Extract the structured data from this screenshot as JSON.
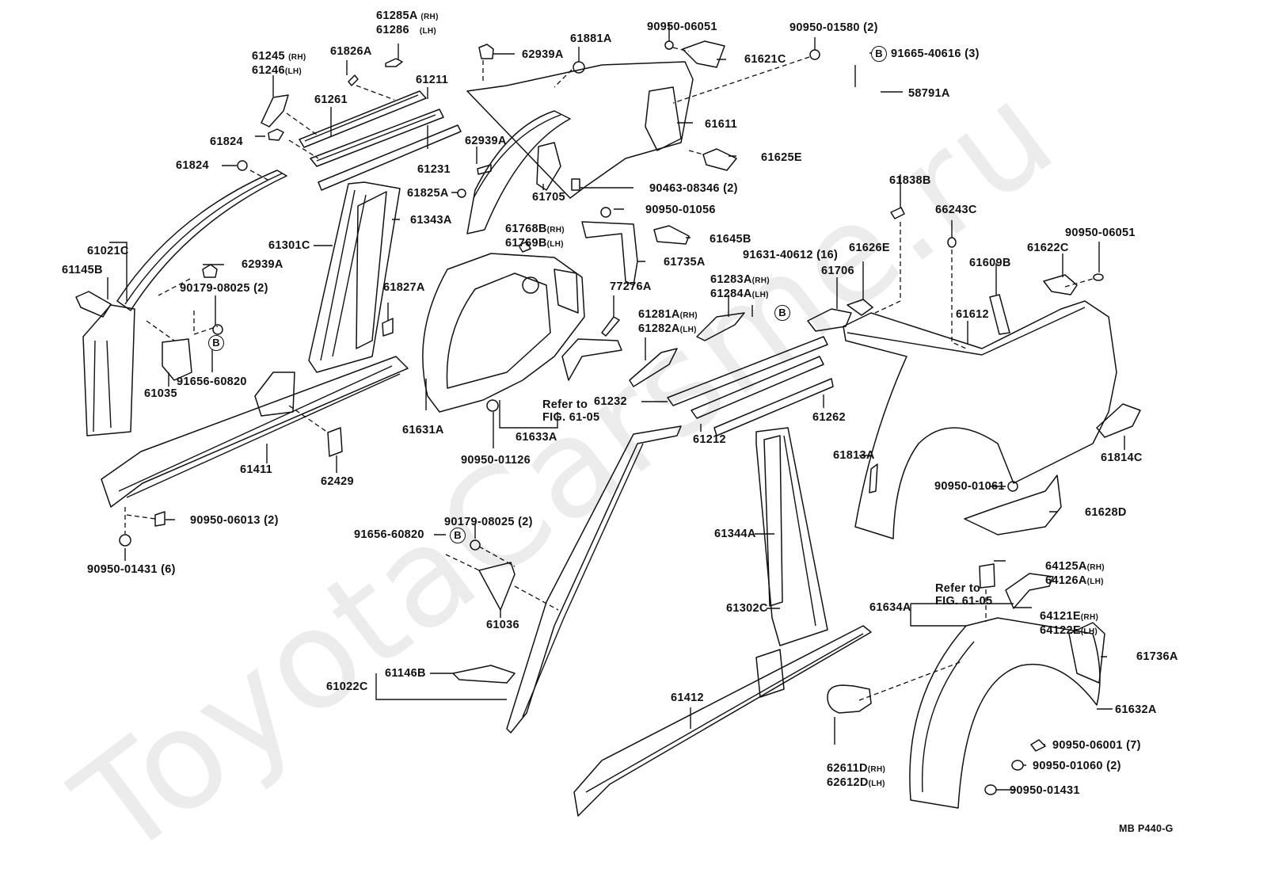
{
  "diagram": {
    "title": "Toyota body side panel parts diagram",
    "watermark": "ToyotaCarsme.ru",
    "figure_code": "MB P440-G",
    "bolt_badge": "B",
    "refer_note": [
      "Refer to",
      "FIG. 61-05"
    ],
    "labels": [
      {
        "id": "l1",
        "lines": [
          [
            "61285A",
            "(RH)"
          ],
          [
            "61286",
            "(LH)"
          ]
        ]
      },
      {
        "id": "l2",
        "lines": [
          [
            "61245",
            "(RH)"
          ],
          [
            "61246",
            "(LH)"
          ]
        ]
      },
      {
        "id": "l3",
        "lines": [
          [
            "61826A",
            ""
          ]
        ]
      },
      {
        "id": "l4",
        "lines": [
          [
            "61261",
            ""
          ]
        ]
      },
      {
        "id": "l5",
        "lines": [
          [
            "61211",
            ""
          ]
        ]
      },
      {
        "id": "l6",
        "lines": [
          [
            "61824",
            ""
          ]
        ]
      },
      {
        "id": "l7",
        "lines": [
          [
            "61824",
            ""
          ]
        ]
      },
      {
        "id": "l8",
        "lines": [
          [
            "61231",
            ""
          ]
        ]
      },
      {
        "id": "l9",
        "lines": [
          [
            "62939A",
            ""
          ]
        ]
      },
      {
        "id": "l10",
        "lines": [
          [
            "61881A",
            ""
          ]
        ]
      },
      {
        "id": "l11",
        "lines": [
          [
            "90950-06051",
            ""
          ]
        ]
      },
      {
        "id": "l12",
        "lines": [
          [
            "61621C",
            ""
          ]
        ]
      },
      {
        "id": "l13",
        "lines": [
          [
            "90950-01580 (2)",
            ""
          ]
        ]
      },
      {
        "id": "l14",
        "lines": [
          [
            "91665-40616 (3)",
            ""
          ]
        ]
      },
      {
        "id": "l15",
        "lines": [
          [
            "58791A",
            ""
          ]
        ]
      },
      {
        "id": "l16",
        "lines": [
          [
            "61611",
            ""
          ]
        ]
      },
      {
        "id": "l17",
        "lines": [
          [
            "61625E",
            ""
          ]
        ]
      },
      {
        "id": "l18",
        "lines": [
          [
            "62939A",
            ""
          ]
        ]
      },
      {
        "id": "l19",
        "lines": [
          [
            "61705",
            ""
          ]
        ]
      },
      {
        "id": "l20",
        "lines": [
          [
            "90463-08346 (2)",
            ""
          ]
        ]
      },
      {
        "id": "l21",
        "lines": [
          [
            "61825A",
            ""
          ]
        ]
      },
      {
        "id": "l22",
        "lines": [
          [
            "61343A",
            ""
          ]
        ]
      },
      {
        "id": "l23",
        "lines": [
          [
            "90950-01056",
            ""
          ]
        ]
      },
      {
        "id": "l24",
        "lines": [
          [
            "61768B",
            "(RH)"
          ],
          [
            "61769B",
            "(LH)"
          ]
        ]
      },
      {
        "id": "l25",
        "lines": [
          [
            "61645B",
            ""
          ]
        ]
      },
      {
        "id": "l26",
        "lines": [
          [
            "61735A",
            ""
          ]
        ]
      },
      {
        "id": "l27",
        "lines": [
          [
            "61838B",
            ""
          ]
        ]
      },
      {
        "id": "l28",
        "lines": [
          [
            "66243C",
            ""
          ]
        ]
      },
      {
        "id": "l29",
        "lines": [
          [
            "90950-06051",
            ""
          ]
        ]
      },
      {
        "id": "l30",
        "lines": [
          [
            "61021C",
            ""
          ]
        ]
      },
      {
        "id": "l31",
        "lines": [
          [
            "61145B",
            ""
          ]
        ]
      },
      {
        "id": "l32",
        "lines": [
          [
            "62939A",
            ""
          ]
        ]
      },
      {
        "id": "l33",
        "lines": [
          [
            "90179-08025 (2)",
            ""
          ]
        ]
      },
      {
        "id": "l34",
        "lines": [
          [
            "61301C",
            ""
          ]
        ]
      },
      {
        "id": "l35",
        "lines": [
          [
            "61827A",
            ""
          ]
        ]
      },
      {
        "id": "l36",
        "lines": [
          [
            "91631-40612 (16)",
            ""
          ]
        ]
      },
      {
        "id": "l37",
        "lines": [
          [
            "61626E",
            ""
          ]
        ]
      },
      {
        "id": "l38",
        "lines": [
          [
            "61622C",
            ""
          ]
        ]
      },
      {
        "id": "l39",
        "lines": [
          [
            "61609B",
            ""
          ]
        ]
      },
      {
        "id": "l40",
        "lines": [
          [
            "61706",
            ""
          ]
        ]
      },
      {
        "id": "l41",
        "lines": [
          [
            "77276A",
            ""
          ]
        ]
      },
      {
        "id": "l42",
        "lines": [
          [
            "61283A",
            "(RH)"
          ],
          [
            "61284A",
            "(LH)"
          ]
        ]
      },
      {
        "id": "l43",
        "lines": [
          [
            "61281A",
            "(RH)"
          ],
          [
            "61282A",
            "(LH)"
          ]
        ]
      },
      {
        "id": "l44",
        "lines": [
          [
            "61612",
            ""
          ]
        ]
      },
      {
        "id": "l45",
        "lines": [
          [
            "91656-60820",
            ""
          ]
        ]
      },
      {
        "id": "l46",
        "lines": [
          [
            "61035",
            ""
          ]
        ]
      },
      {
        "id": "l47",
        "lines": [
          [
            "61631A",
            ""
          ]
        ]
      },
      {
        "id": "l48",
        "lines": [
          [
            "61232",
            ""
          ]
        ]
      },
      {
        "id": "l49",
        "lines": [
          [
            "61262",
            ""
          ]
        ]
      },
      {
        "id": "l50",
        "lines": [
          [
            "61633A",
            ""
          ]
        ]
      },
      {
        "id": "l51",
        "lines": [
          [
            "61212",
            ""
          ]
        ]
      },
      {
        "id": "l52",
        "lines": [
          [
            "61411",
            ""
          ]
        ]
      },
      {
        "id": "l53",
        "lines": [
          [
            "62429",
            ""
          ]
        ]
      },
      {
        "id": "l54",
        "lines": [
          [
            "90950-01126",
            ""
          ]
        ]
      },
      {
        "id": "l55",
        "lines": [
          [
            "61813A",
            ""
          ]
        ]
      },
      {
        "id": "l56",
        "lines": [
          [
            "61814C",
            ""
          ]
        ]
      },
      {
        "id": "l57",
        "lines": [
          [
            "90950-06013 (2)",
            ""
          ]
        ]
      },
      {
        "id": "l58",
        "lines": [
          [
            "90950-01061",
            ""
          ]
        ]
      },
      {
        "id": "l59",
        "lines": [
          [
            "61628D",
            ""
          ]
        ]
      },
      {
        "id": "l60",
        "lines": [
          [
            "90179-08025 (2)",
            ""
          ]
        ]
      },
      {
        "id": "l61",
        "lines": [
          [
            "91656-60820",
            ""
          ]
        ]
      },
      {
        "id": "l62",
        "lines": [
          [
            "90950-01431 (6)",
            ""
          ]
        ]
      },
      {
        "id": "l63",
        "lines": [
          [
            "61344A",
            ""
          ]
        ]
      },
      {
        "id": "l64",
        "lines": [
          [
            "64125A",
            "(RH)"
          ],
          [
            "64126A",
            "(LH)"
          ]
        ]
      },
      {
        "id": "l65",
        "lines": [
          [
            "61036",
            ""
          ]
        ]
      },
      {
        "id": "l66",
        "lines": [
          [
            "61302C",
            ""
          ]
        ]
      },
      {
        "id": "l67",
        "lines": [
          [
            "61634A",
            ""
          ]
        ]
      },
      {
        "id": "l68",
        "lines": [
          [
            "64121E",
            "(RH)"
          ],
          [
            "64122E",
            "(LH)"
          ]
        ]
      },
      {
        "id": "l69",
        "lines": [
          [
            "61736A",
            ""
          ]
        ]
      },
      {
        "id": "l70",
        "lines": [
          [
            "61146B",
            ""
          ]
        ]
      },
      {
        "id": "l71",
        "lines": [
          [
            "61022C",
            ""
          ]
        ]
      },
      {
        "id": "l72",
        "lines": [
          [
            "61412",
            ""
          ]
        ]
      },
      {
        "id": "l73",
        "lines": [
          [
            "61632A",
            ""
          ]
        ]
      },
      {
        "id": "l74",
        "lines": [
          [
            "62611D",
            "(RH)"
          ],
          [
            "62612D",
            "(LH)"
          ]
        ]
      },
      {
        "id": "l75",
        "lines": [
          [
            "90950-06001 (7)",
            ""
          ]
        ]
      },
      {
        "id": "l76",
        "lines": [
          [
            "90950-01060 (2)",
            ""
          ]
        ]
      },
      {
        "id": "l77",
        "lines": [
          [
            "90950-01431",
            ""
          ]
        ]
      }
    ]
  }
}
